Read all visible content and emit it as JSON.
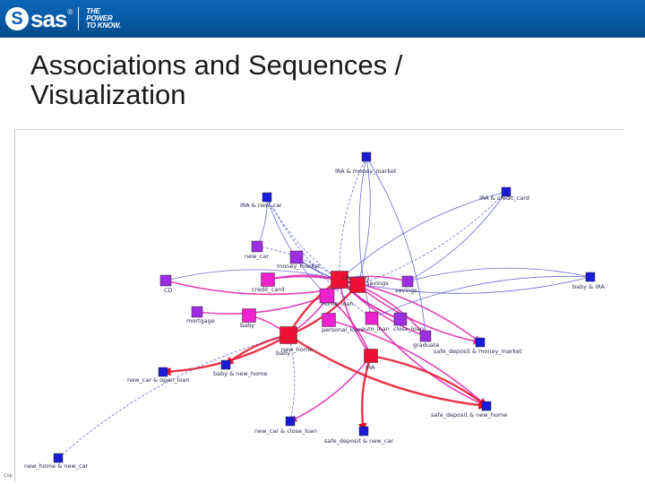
{
  "header": {
    "logo_text": "sas",
    "logo_reg": "®",
    "tagline": [
      "THE",
      "POWER",
      "TO KNOW."
    ]
  },
  "slide": {
    "title_line1": "Associations and Sequences /",
    "title_line2": "Visualization"
  },
  "footer": {
    "text": "Cop"
  },
  "colors": {
    "brand_blue": "#0a5fae",
    "node_blue": "#1a1ad8",
    "node_purple": "#9a2ee0",
    "node_magenta": "#ee22cc",
    "node_red": "#ee1133",
    "edge_blue": "#3a3acc",
    "edge_magenta": "#dd22aa",
    "edge_red": "#e8102a"
  },
  "graph": {
    "nodes": [
      {
        "id": "ira_mm",
        "label": "IRA & money_market",
        "kind": "blue"
      },
      {
        "id": "ira_cc",
        "label": "IRA & credit_card",
        "kind": "blue"
      },
      {
        "id": "ira_newcar",
        "label": "IRA & new_car",
        "kind": "blue"
      },
      {
        "id": "new_car",
        "label": "new_car",
        "kind": "purple"
      },
      {
        "id": "money_mkt",
        "label": "money_market",
        "kind": "purple"
      },
      {
        "id": "cd",
        "label": "CD",
        "kind": "purple"
      },
      {
        "id": "credit_card",
        "label": "credit_card",
        "kind": "magenta"
      },
      {
        "id": "checking",
        "label": "checking",
        "kind": "red"
      },
      {
        "id": "savings",
        "label": "savings",
        "kind": "red"
      },
      {
        "id": "svg_top",
        "label": "savings",
        "kind": "purple"
      },
      {
        "id": "baby_ira",
        "label": "baby & IRA",
        "kind": "blue"
      },
      {
        "id": "mortgage",
        "label": "mortgage",
        "kind": "purple"
      },
      {
        "id": "baby_node",
        "label": "baby",
        "kind": "magenta"
      },
      {
        "id": "home_loan",
        "label": "home_loan",
        "kind": "magenta"
      },
      {
        "id": "personal",
        "label": "personal_loan",
        "kind": "magenta"
      },
      {
        "id": "auto_loan",
        "label": "auto_loan",
        "kind": "magenta"
      },
      {
        "id": "new_home",
        "label": "new_home",
        "kind": "red"
      },
      {
        "id": "close_loan",
        "label": "close_loan",
        "kind": "purple"
      },
      {
        "id": "graduate",
        "label": "graduate",
        "kind": "purple"
      },
      {
        "id": "sd_mm",
        "label": "safe_deposit & money_market",
        "kind": "blue"
      },
      {
        "id": "ira",
        "label": "IRA",
        "kind": "red"
      },
      {
        "id": "baby",
        "label": "baby",
        "kind": "red"
      },
      {
        "id": "baby_newhome",
        "label": "baby & new_home",
        "kind": "blue"
      },
      {
        "id": "newcar_openloan",
        "label": "new_car & open_loan",
        "kind": "blue"
      },
      {
        "id": "sd_newhome",
        "label": "safe_deposit & new_home",
        "kind": "blue"
      },
      {
        "id": "newcar_closeloan",
        "label": "new_car & close_loan",
        "kind": "blue"
      },
      {
        "id": "sd_newcar",
        "label": "safe_deposit & new_car",
        "kind": "blue"
      },
      {
        "id": "newhome_newcar",
        "label": "new_home & new_car",
        "kind": "blue"
      }
    ],
    "edges": [
      [
        "ira_mm",
        "checking",
        "blue"
      ],
      [
        "ira_mm",
        "savings",
        "blue"
      ],
      [
        "ira_mm",
        "auto_loan",
        "blue"
      ],
      [
        "ira_cc",
        "savings",
        "blue"
      ],
      [
        "ira_cc",
        "checking",
        "blue"
      ],
      [
        "ira_cc",
        "svg_top",
        "blue"
      ],
      [
        "ira_newcar",
        "checking",
        "blue"
      ],
      [
        "ira_newcar",
        "new_car",
        "blue"
      ],
      [
        "ira_newcar",
        "home_loan",
        "blue"
      ],
      [
        "new_car",
        "checking",
        "blue"
      ],
      [
        "money_mkt",
        "savings",
        "blue"
      ],
      [
        "cd",
        "checking",
        "blue"
      ],
      [
        "cd",
        "savings",
        "magenta"
      ],
      [
        "baby_ira",
        "checking",
        "blue"
      ],
      [
        "baby_ira",
        "svg_top",
        "blue"
      ],
      [
        "credit_card",
        "checking",
        "magenta"
      ],
      [
        "mortgage",
        "home_loan",
        "magenta"
      ],
      [
        "baby_node",
        "baby",
        "magenta"
      ],
      [
        "checking",
        "ira",
        "magenta"
      ],
      [
        "checking",
        "sd_mm",
        "magenta"
      ],
      [
        "savings",
        "sd_mm",
        "magenta"
      ],
      [
        "savings",
        "graduate",
        "magenta"
      ],
      [
        "checking",
        "close_loan",
        "magenta"
      ],
      [
        "home_loan",
        "ira",
        "magenta"
      ],
      [
        "auto_loan",
        "sd_newhome",
        "magenta"
      ],
      [
        "personal",
        "sd_newhome",
        "magenta"
      ],
      [
        "baby",
        "sd_newhome",
        "red"
      ],
      [
        "baby",
        "newcar_closeloan",
        "blue"
      ],
      [
        "baby",
        "baby_newhome",
        "red"
      ],
      [
        "baby",
        "newcar_openloan",
        "red"
      ],
      [
        "baby",
        "newhome_newcar",
        "blue"
      ],
      [
        "ira",
        "sd_newhome",
        "red"
      ],
      [
        "ira",
        "sd_newcar",
        "red"
      ],
      [
        "ira",
        "newcar_closeloan",
        "magenta"
      ],
      [
        "checking",
        "baby",
        "red"
      ],
      [
        "savings",
        "baby",
        "red"
      ],
      [
        "svg_top",
        "checking",
        "magenta"
      ],
      [
        "graduate",
        "checking",
        "magenta"
      ],
      [
        "new_home",
        "checking",
        "magenta"
      ],
      [
        "close_loan",
        "checking",
        "magenta"
      ],
      [
        "money_mkt",
        "checking",
        "blue"
      ],
      [
        "credit_card",
        "savings",
        "magenta"
      ],
      [
        "ira_newcar",
        "auto_loan",
        "blue"
      ],
      [
        "ira_mm",
        "graduate",
        "blue"
      ],
      [
        "baby_ira",
        "auto_loan",
        "blue"
      ]
    ]
  }
}
